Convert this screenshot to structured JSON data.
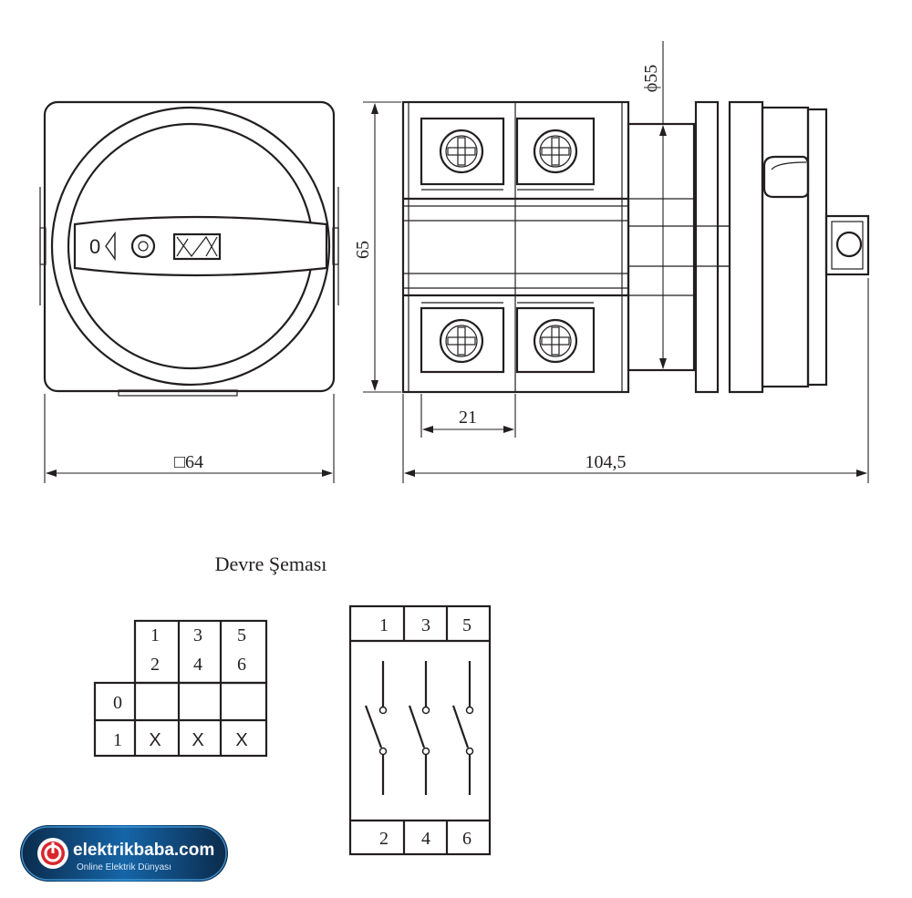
{
  "dimensions": {
    "front_width": "□64",
    "height": "65",
    "diameter": "ϕ55",
    "terminal_pitch": "21",
    "total_length": "104,5"
  },
  "knob": {
    "position_label": "0"
  },
  "schema_title": "Devre Şeması",
  "switching_table": {
    "columns": [
      {
        "top": "1",
        "bottom": "2"
      },
      {
        "top": "3",
        "bottom": "4"
      },
      {
        "top": "5",
        "bottom": "6"
      }
    ],
    "rows": [
      {
        "label": "0",
        "cells": [
          "",
          "",
          ""
        ]
      },
      {
        "label": "1",
        "cells": [
          "X",
          "X",
          "X"
        ]
      }
    ]
  },
  "contact_diagram": {
    "top_labels": [
      "1",
      "3",
      "5"
    ],
    "bottom_labels": [
      "2",
      "4",
      "6"
    ]
  },
  "logo": {
    "name": "elektrikbaba.com",
    "tagline": "Online Elektrik Dünyası",
    "colors": {
      "blue": "#1565a8",
      "red": "#d9262c",
      "dark": "#0b2a4a"
    }
  }
}
